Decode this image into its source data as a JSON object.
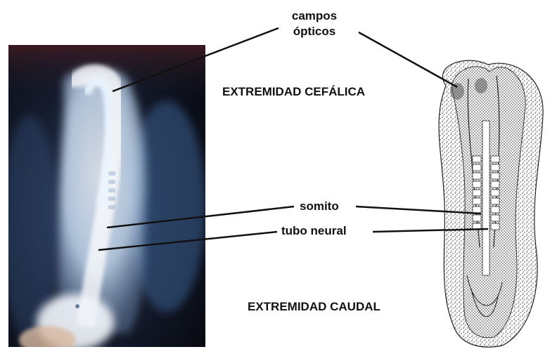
{
  "labels": {
    "campos": "campos",
    "opticos": "ópticos",
    "extremidad_cefalica": "EXTREMIDAD CEFÁLICA",
    "somito": "somito",
    "tubo_neural": "tubo neural",
    "extremidad_caudal": "EXTREMIDAD CAUDAL"
  },
  "colors": {
    "label_text": "#111111",
    "leader_line": "#111111",
    "photo_background": "#141b2c",
    "embryo_glow": "#e8f2ff",
    "drawing_stipple": "#3a3a3a"
  }
}
